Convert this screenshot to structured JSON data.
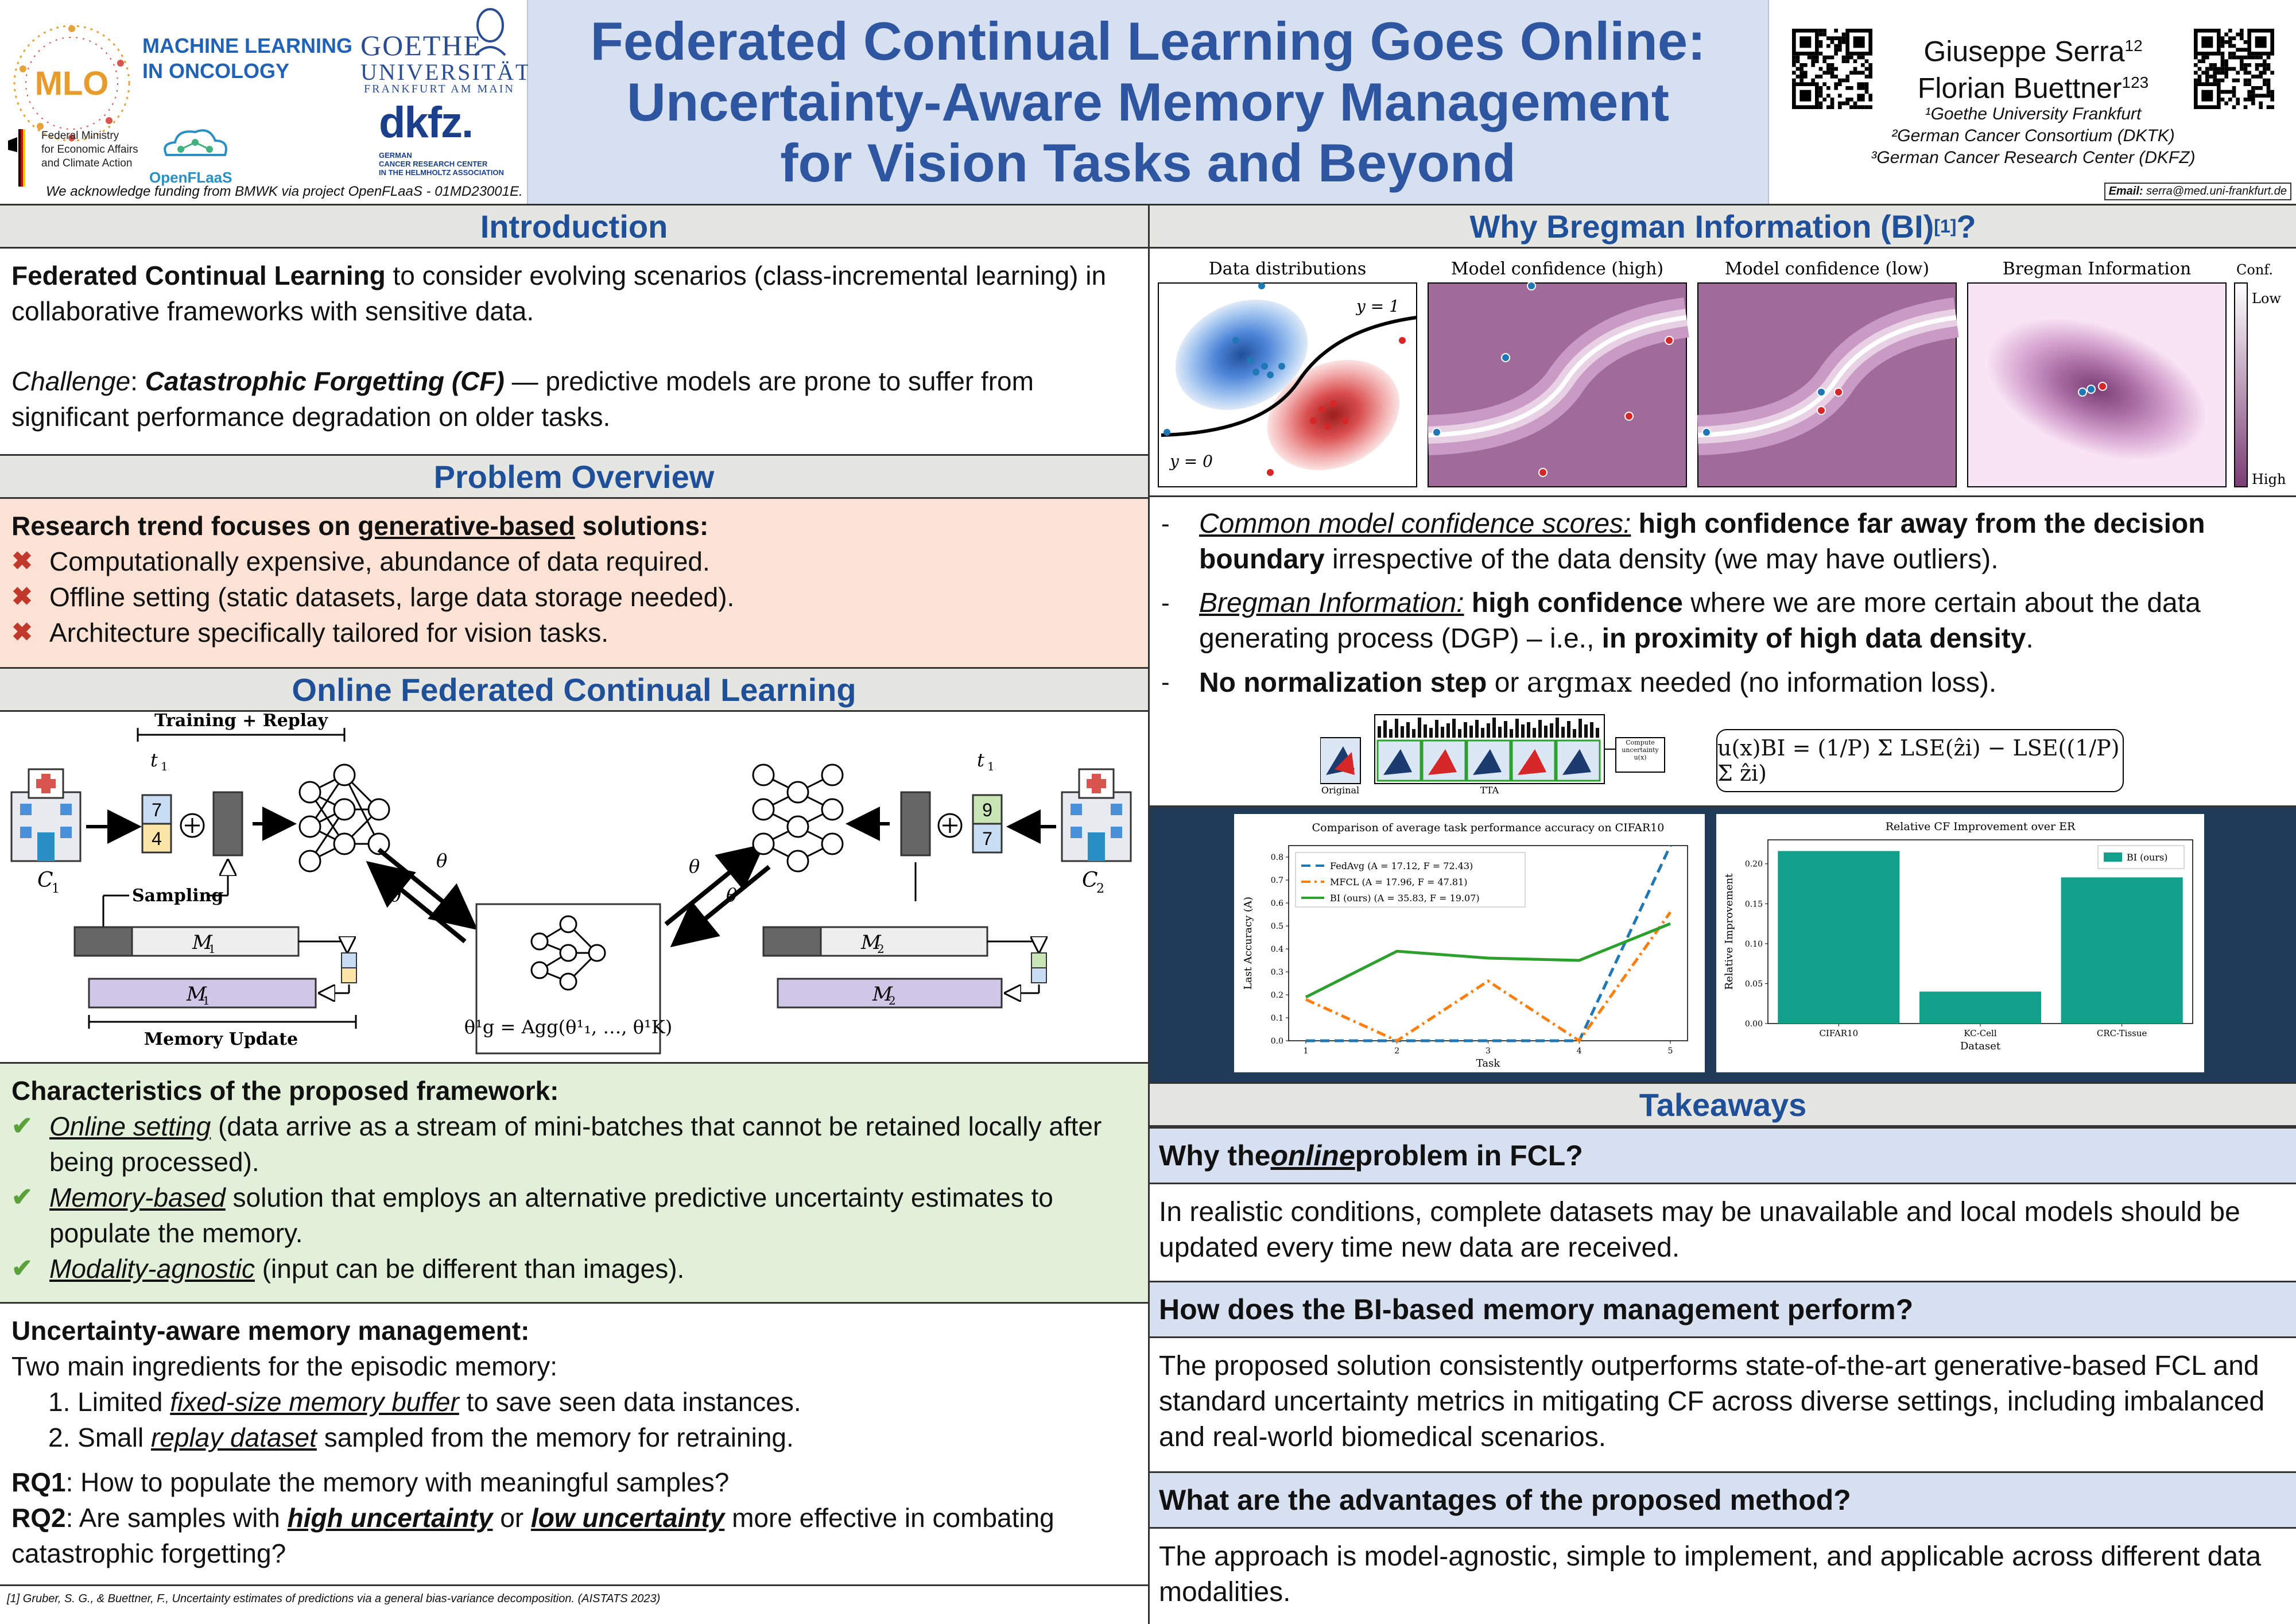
{
  "header": {
    "title_lines": [
      "Federated Continual Learning Goes Online:",
      "Uncertainty-Aware Memory Management",
      "for Vision Tasks and Beyond"
    ],
    "logos": {
      "mlo_text": "MLO",
      "mlo_caption_1": "MACHINE LEARNING",
      "mlo_caption_2": "IN ONCOLOGY",
      "goethe_name": "GOETHE",
      "goethe_uni": "UNIVERSITÄT",
      "goethe_sub": "FRANKFURT AM MAIN",
      "bmwk_1": "Federal Ministry",
      "bmwk_2": "for Economic Affairs",
      "bmwk_3": "and Climate Action",
      "openflaas": "OpenFLaaS",
      "dkfz_name": "dkfz.",
      "dkfz_sub_1": "GERMAN",
      "dkfz_sub_2": "CANCER RESEARCH CENTER",
      "dkfz_sub_3": "IN THE HELMHOLTZ ASSOCIATION"
    },
    "acknowledgement": "We acknowledge funding from BMWK via project OpenFLaaS - 01MD23001E.",
    "authors": [
      {
        "name": "Giuseppe Serra",
        "sup": "12"
      },
      {
        "name": "Florian Buettner",
        "sup": "123"
      }
    ],
    "affiliations": [
      "¹Goethe University Frankfurt",
      "²German Cancer Consortium (DKTK)",
      "³German Cancer Research Center (DKFZ)"
    ],
    "email_label": "Email:",
    "email": "serra@med.uni-frankfurt.de"
  },
  "intro": {
    "heading": "Introduction",
    "p1_bold": "Federated Continual Learning",
    "p1_rest": " to consider evolving scenarios (class-incremental learning) in collaborative frameworks with sensitive data.",
    "p2_italic": "Challenge",
    "p2_colon": ": ",
    "p2_bold": "Catastrophic Forgetting (CF)",
    "p2_rest": " — predictive models are prone to suffer from significant performance degradation on older tasks."
  },
  "problem": {
    "heading": "Problem Overview",
    "lead_1": "Research trend focuses on ",
    "lead_2": "generative-based",
    "lead_3": " solutions:",
    "items": [
      "Computationally expensive, abundance of data required.",
      "Offline setting (static datasets, large data storage needed).",
      "Architecture specifically tailored for vision tasks."
    ]
  },
  "ofcl": {
    "heading": "Online Federated Continual Learning",
    "diagram": {
      "training_replay": "Training + Replay",
      "t1": "t",
      "t1_sub": "1",
      "client1_vals": [
        "7",
        "4"
      ],
      "client2_vals": [
        "9",
        "7"
      ],
      "c1": "C",
      "c1_sub": "1",
      "c2": "C",
      "c2_sub": "2",
      "sampling": "Sampling",
      "memory_update": "Memory Update",
      "m1": "M",
      "m1_sub": "1",
      "m2": "M",
      "m2_sub": "2",
      "theta1": "θ",
      "theta2": "θ",
      "thetag": "θ",
      "agg": "θ¹g = Agg(θ¹₁, …, θ¹K)"
    }
  },
  "characteristics": {
    "heading": "Characteristics of the proposed framework:",
    "items": [
      {
        "u": "Online setting",
        "rest": " (data arrive as a stream of mini-batches that cannot be retained locally after being processed)."
      },
      {
        "u": "Memory-based",
        "rest": " solution that employs an alternative predictive uncertainty estimates to populate the memory."
      },
      {
        "u": "Modality-agnostic",
        "rest": " (input can be different than images)."
      }
    ]
  },
  "memory": {
    "heading": "Uncertainty-aware memory management:",
    "intro": "Two main ingredients for the episodic memory:",
    "ing1_a": "1. Limited ",
    "ing1_u": "fixed-size memory buffer",
    "ing1_b": " to save seen data instances.",
    "ing2_a": "2. Small ",
    "ing2_u": "replay dataset",
    "ing2_b": " sampled from the memory for retraining.",
    "rq1_label": "RQ1",
    "rq1": ": How to populate the memory with meaningful samples?",
    "rq2_label": "RQ2",
    "rq2_a": ": Are samples with ",
    "rq2_u1": "high uncertainty",
    "rq2_b": " or ",
    "rq2_u2": "low uncertainty",
    "rq2_c": " more effective in combating catastrophic forgetting?"
  },
  "reference": "[1] Gruber, S. G., & Buettner, F., Uncertainty estimates of predictions via a general bias-variance decomposition. (AISTATS 2023)",
  "why_bi": {
    "heading": "Why Bregman Information (BI)",
    "heading_sup": "[1]",
    "heading_q": "?",
    "panel_titles": [
      "Data distributions",
      "Model confidence (high)",
      "Model confidence (low)",
      "Bregman Information"
    ],
    "conf_label": "Conf.",
    "conf_low": "Low",
    "conf_high": "High",
    "y1": "y = 1",
    "y0": "y = 0",
    "b1_u": "Common model confidence scores:",
    "b1_bold": " high confidence far away from the decision boundary",
    "b1_rest": " irrespective of the data density (we may have outliers).",
    "b2_u": "Bregman Information:",
    "b2_bold": " high confidence",
    "b2_mid": " where we are more certain about the data generating process (DGP) – i.e., ",
    "b2_bold2": "in proximity of high data density",
    "b2_end": ".",
    "b3_bold": "No normalization step",
    "b3_mid": " or ",
    "b3_math": "argmax",
    "b3_end": " needed (no information loss).",
    "tta_original": "Original",
    "tta": "TTA",
    "compute_unc": "Compute uncertainty u(x)",
    "formula": "u(x)BI = (1/P) Σ LSE(ẑi) − LSE((1/P) Σ ẑi)"
  },
  "chart_data": [
    {
      "type": "line",
      "title": "Comparison of average task performance accuracy on CIFAR10",
      "xlabel": "Task",
      "ylabel": "Last Accuracy (A)",
      "x": [
        1,
        2,
        3,
        4,
        5
      ],
      "ylim": [
        0.0,
        0.85
      ],
      "yticks": [
        0.0,
        0.1,
        0.2,
        0.3,
        0.4,
        0.5,
        0.6,
        0.7,
        0.8
      ],
      "legend": "top-left",
      "series": [
        {
          "name": "FedAvg   (A = 17.12, F = 72.43)",
          "values": [
            0.0,
            0.0,
            0.0,
            0.0,
            0.85
          ],
          "color": "#1f77b4",
          "dash": "dashed"
        },
        {
          "name": "MFCL     (A = 17.96, F = 47.81)",
          "values": [
            0.18,
            0.0,
            0.26,
            0.0,
            0.56
          ],
          "color": "#ff7f0e",
          "dash": "dashdot"
        },
        {
          "name": "BI (ours) (A = 35.83, F = 19.07)",
          "values": [
            0.19,
            0.39,
            0.36,
            0.35,
            0.51
          ],
          "color": "#2ca02c",
          "dash": "solid"
        }
      ]
    },
    {
      "type": "bar",
      "title": "Relative CF Improvement over ER",
      "xlabel": "Dataset",
      "ylabel": "Relative Improvement",
      "categories": [
        "CIFAR10",
        "KC-Cell",
        "CRC-Tissue"
      ],
      "ylim": [
        0.0,
        0.23
      ],
      "yticks": [
        0.0,
        0.05,
        0.1,
        0.15,
        0.2
      ],
      "legend": "top-right",
      "series": [
        {
          "name": "BI (ours)",
          "values": [
            0.216,
            0.04,
            0.183
          ],
          "color": "#12a08a"
        }
      ]
    }
  ],
  "takeaways": {
    "heading": "Takeaways",
    "q1_a": "Why the ",
    "q1_u": "online",
    "q1_b": " problem in FCL?",
    "a1": "In realistic conditions, complete datasets may be unavailable and local models should be updated every time new data are received.",
    "q2": "How does the BI-based memory management perform?",
    "a2": "The proposed solution consistently outperforms state-of-the-art generative-based FCL and standard uncertainty metrics in mitigating CF across diverse settings, including imbalanced and real-world biomedical scenarios.",
    "q3": "What are the advantages of the proposed method?",
    "a3": "The approach is model-agnostic, simple to implement, and applicable across different data modalities."
  },
  "colors": {
    "title_blue": "#2d55a0",
    "section_blue": "#1e4f98",
    "header_bg": "#d6e0f1",
    "problem_bg": "#fbe2d5",
    "characteristics_bg": "#e2efd9",
    "chart_band_bg": "#1f3b57",
    "bi_purple": "#a06b9a"
  }
}
